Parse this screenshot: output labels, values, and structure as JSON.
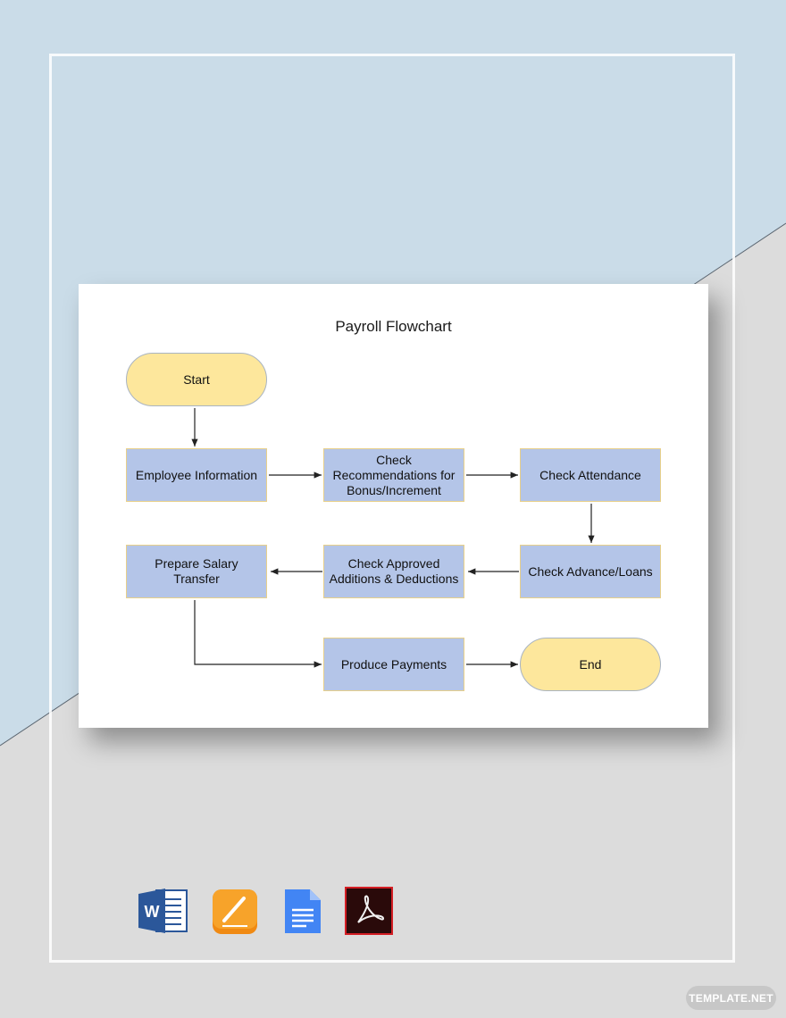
{
  "diagram": {
    "title": "Payroll Flowchart",
    "nodes": {
      "start": "Start",
      "employee_info": "Employee Information",
      "check_recommendations": "Check Recommendations for Bonus/Increment",
      "check_attendance": "Check Attendance",
      "check_advance": "Check Advance/Loans",
      "check_approved": "Check Approved Additions & Deductions",
      "prepare_salary": "Prepare Salary Transfer",
      "produce_payments": "Produce Payments",
      "end": "End"
    },
    "edges": [
      [
        "start",
        "employee_info"
      ],
      [
        "employee_info",
        "check_recommendations"
      ],
      [
        "check_recommendations",
        "check_attendance"
      ],
      [
        "check_attendance",
        "check_advance"
      ],
      [
        "check_advance",
        "check_approved"
      ],
      [
        "check_approved",
        "prepare_salary"
      ],
      [
        "prepare_salary",
        "produce_payments"
      ],
      [
        "produce_payments",
        "end"
      ]
    ],
    "colors": {
      "process_fill": "#b4c5e8",
      "process_border": "#e8d08a",
      "terminal_fill": "#fde79c",
      "terminal_border": "#a9b4c2"
    }
  },
  "format_icons": [
    "word-icon",
    "pages-icon",
    "google-docs-icon",
    "pdf-icon"
  ],
  "watermark": "TEMPLATE.NET",
  "colors": {
    "background_blue": "#cadce8",
    "background_gray": "#dcdcdc"
  }
}
